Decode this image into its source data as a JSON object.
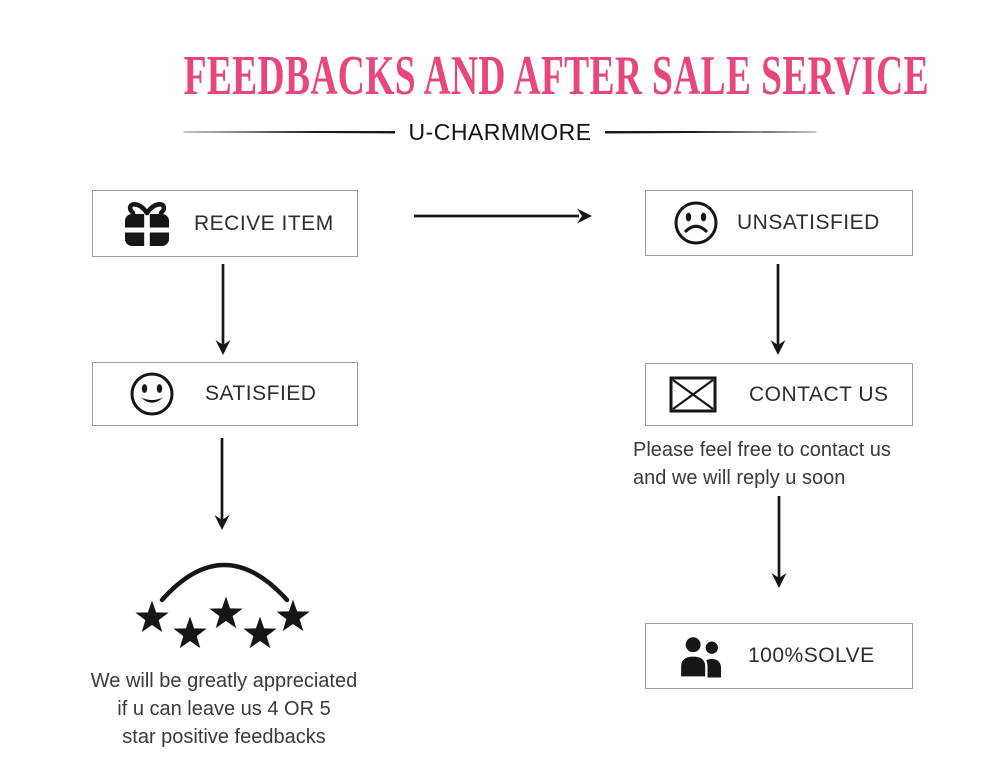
{
  "header": {
    "title": "FEEDBACKS AND AFTER SALE SERVICE",
    "brand": "U-CHARMMORE"
  },
  "flow": {
    "receive_item": {
      "label": "RECIVE ITEM",
      "icon": "gift-icon"
    },
    "satisfied": {
      "label": "SATISFIED",
      "icon": "smiley-face-icon"
    },
    "unsatisfied": {
      "label": "UNSATISFIED",
      "icon": "sad-face-icon"
    },
    "contact_us": {
      "label": "CONTACT US",
      "icon": "envelope-icon"
    },
    "solve": {
      "label": "100%SOLVE",
      "icon": "people-icon"
    }
  },
  "notes": {
    "contact": {
      "line1": "Please feel free to contact us",
      "line2": "and we will reply u soon"
    },
    "feedback": {
      "line1": "We will be greatly appreciated",
      "line2": "if u can leave us 4 OR 5",
      "line3": "star positive feedbacks"
    }
  },
  "decorations": {
    "stars_count": 5,
    "star_icon": "star-icon",
    "arc_icon": "arc-line",
    "arrows": [
      "arrow-receive-to-unsatisfied",
      "arrow-receive-to-satisfied",
      "arrow-satisfied-to-stars",
      "arrow-unsatisfied-to-contact",
      "arrow-contact-to-solve"
    ]
  },
  "colors": {
    "title_pink": "#e8477c",
    "box_border": "#9e9e9e",
    "ink": "#161616",
    "label_text": "#2d2d2d",
    "note_text": "#3a3a3a"
  }
}
